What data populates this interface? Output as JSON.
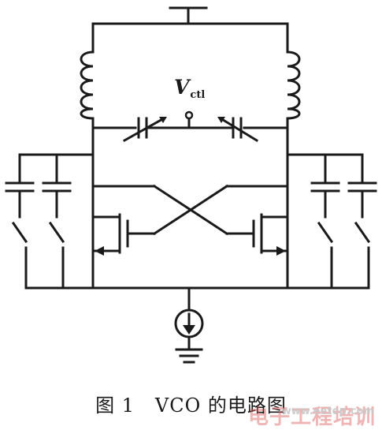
{
  "diagram": {
    "control_label": "V",
    "control_label_sub": "ctl",
    "caption": "图 1   VCO 的电路图"
  },
  "watermark": {
    "text": "电子工程培训",
    "url": "www.eetop.com",
    "color": "#dc5a5a"
  }
}
